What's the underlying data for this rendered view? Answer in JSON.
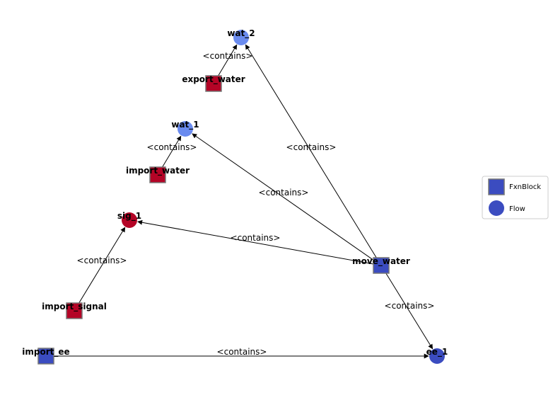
{
  "colors": {
    "fxnblock_blue": "#3b4cc0",
    "fxnblock_red": "#b40426",
    "flow_blue": "#3b4cc0",
    "flow_light": "#6a8bef",
    "flow_red": "#b40426",
    "edge": "#000000"
  },
  "nodes": [
    {
      "id": "wat_2",
      "label": "wat_2",
      "kind": "flow",
      "color": "flow_light"
    },
    {
      "id": "export_water",
      "label": "export_water",
      "kind": "fxnblock",
      "color": "fxnblock_red"
    },
    {
      "id": "wat_1",
      "label": "wat_1",
      "kind": "flow",
      "color": "flow_light"
    },
    {
      "id": "import_water",
      "label": "import_water",
      "kind": "fxnblock",
      "color": "fxnblock_red"
    },
    {
      "id": "sig_1",
      "label": "sig_1",
      "kind": "flow",
      "color": "flow_red"
    },
    {
      "id": "move_water",
      "label": "move_water",
      "kind": "fxnblock",
      "color": "fxnblock_blue"
    },
    {
      "id": "import_signal",
      "label": "import_signal",
      "kind": "fxnblock",
      "color": "fxnblock_red"
    },
    {
      "id": "import_ee",
      "label": "import_ee",
      "kind": "fxnblock",
      "color": "fxnblock_blue"
    },
    {
      "id": "ee_1",
      "label": "ee_1",
      "kind": "flow",
      "color": "flow_blue"
    }
  ],
  "edges": [
    {
      "from": "export_water",
      "to": "wat_2",
      "label": "<contains>"
    },
    {
      "from": "move_water",
      "to": "wat_2",
      "label": "<contains>"
    },
    {
      "from": "import_water",
      "to": "wat_1",
      "label": "<contains>"
    },
    {
      "from": "move_water",
      "to": "wat_1",
      "label": "<contains>"
    },
    {
      "from": "move_water",
      "to": "sig_1",
      "label": "<contains>"
    },
    {
      "from": "import_signal",
      "to": "sig_1",
      "label": "<contains>"
    },
    {
      "from": "move_water",
      "to": "ee_1",
      "label": "<contains>"
    },
    {
      "from": "import_ee",
      "to": "ee_1",
      "label": "<contains>"
    }
  ],
  "legend": {
    "items": [
      {
        "label": "FxnBlock",
        "shape": "square"
      },
      {
        "label": "Flow",
        "shape": "circle"
      }
    ]
  }
}
